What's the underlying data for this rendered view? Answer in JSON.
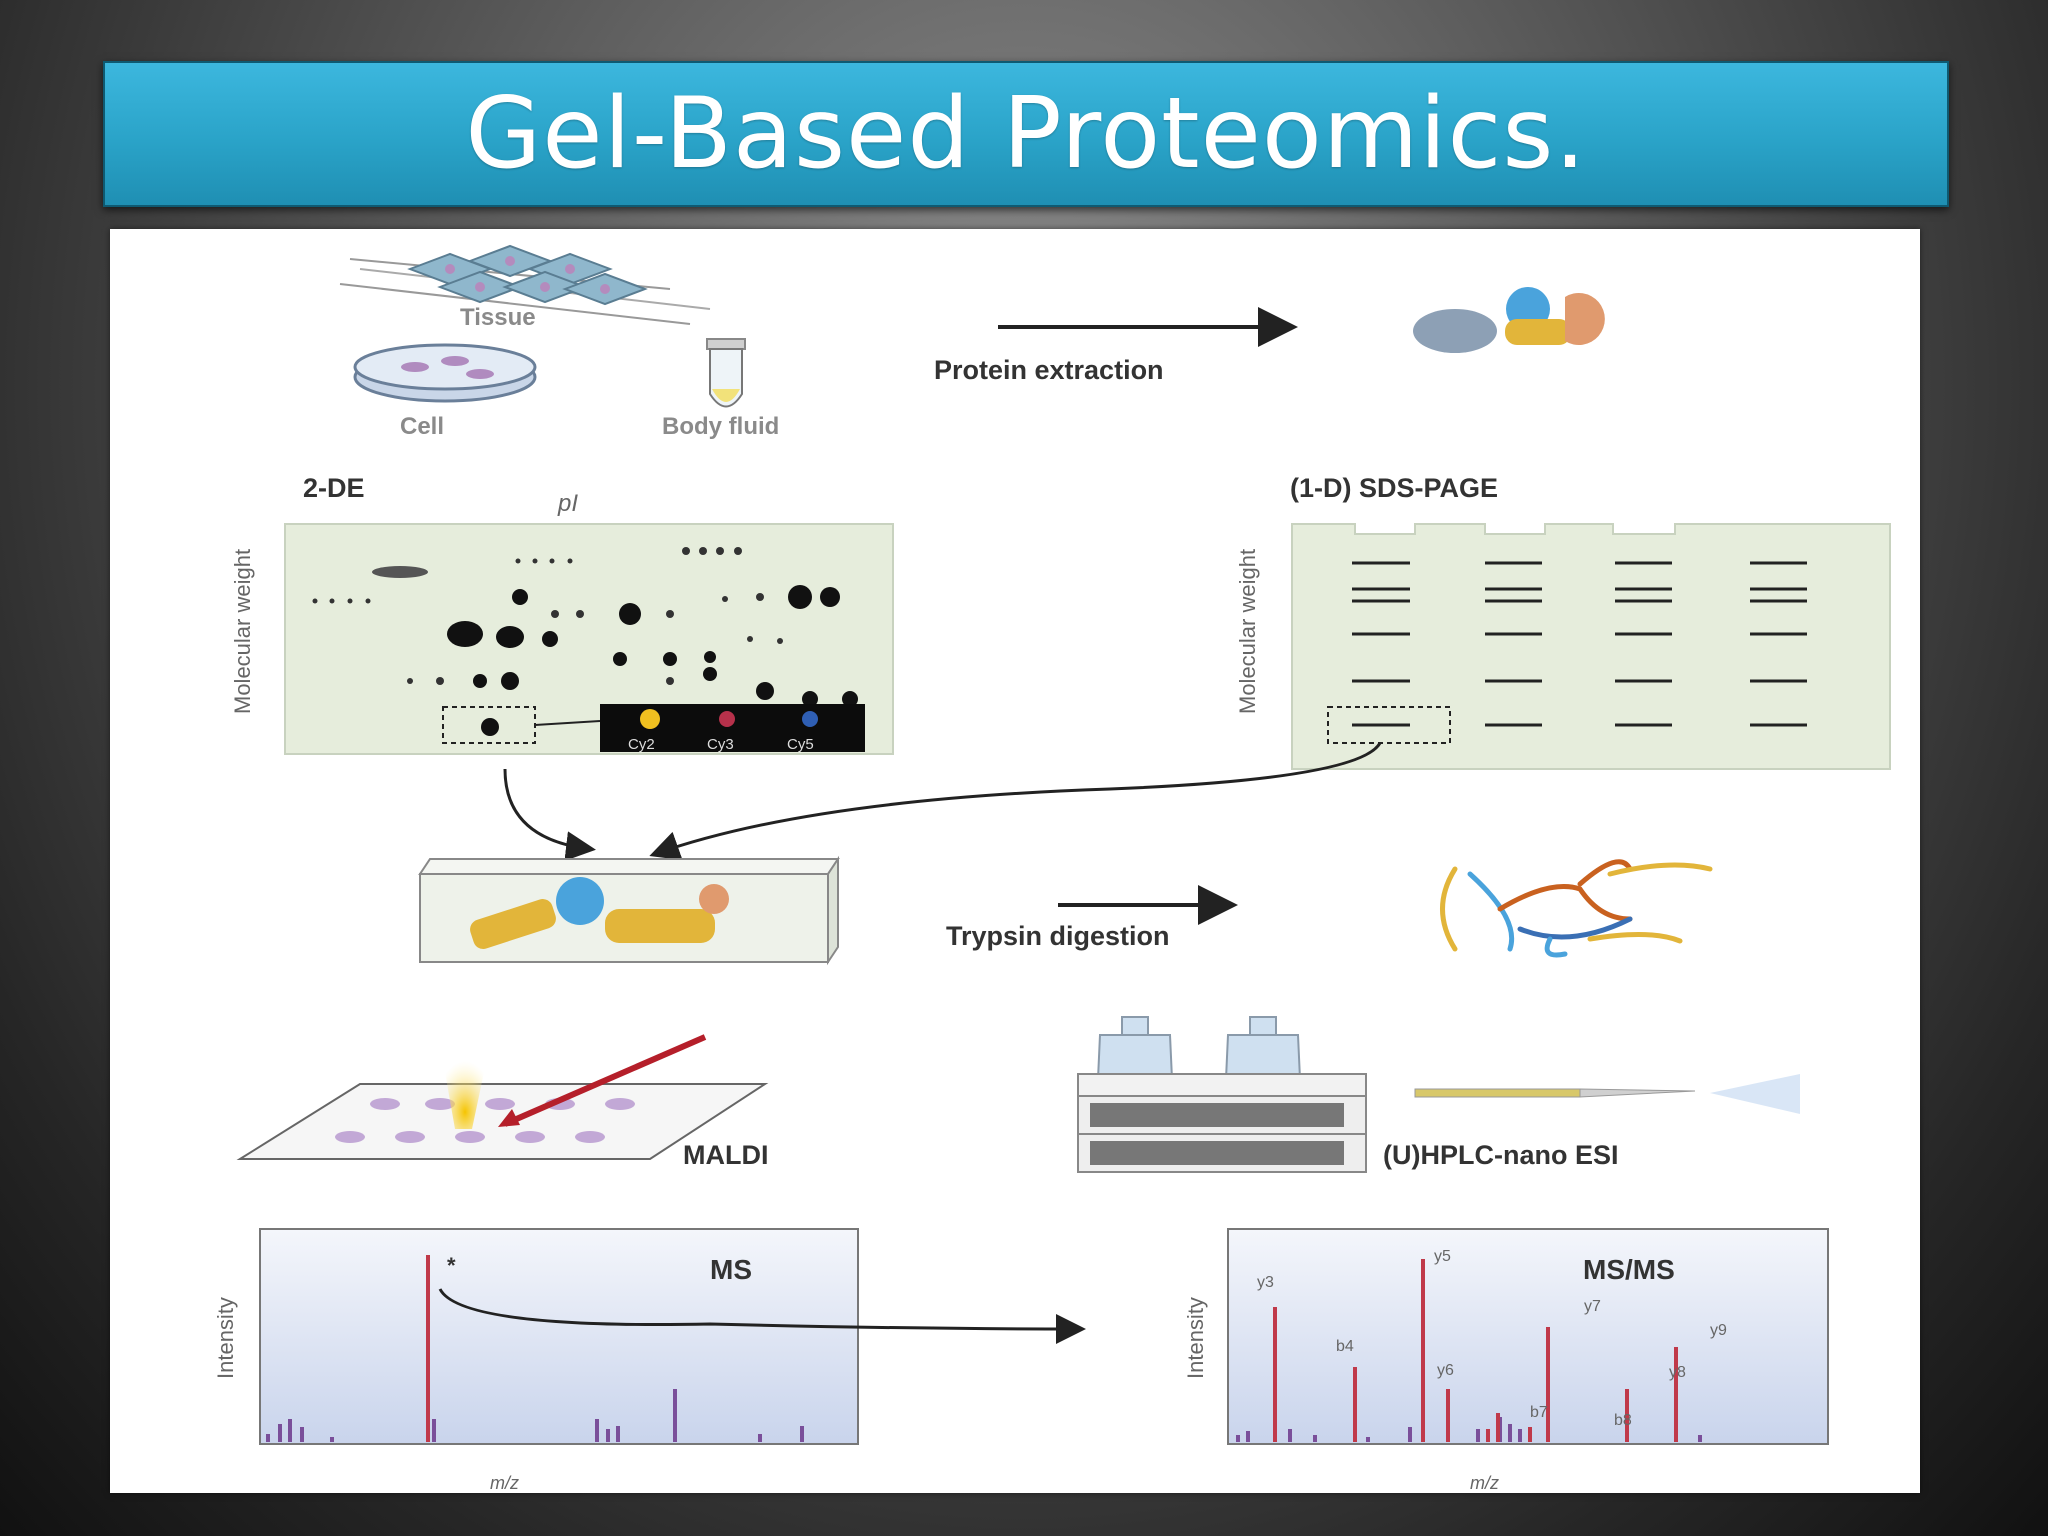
{
  "title": "Gel-Based Proteomics.",
  "diagram": {
    "sources": {
      "tissue": "Tissue",
      "cell": "Cell",
      "body_fluid": "Body fluid"
    },
    "step_extraction": "Protein extraction",
    "gel_2de": {
      "title": "2-DE",
      "x_label": "pI",
      "y_label": "Molecular weight",
      "dyes": [
        "Cy2",
        "Cy3",
        "Cy5"
      ]
    },
    "gel_sds": {
      "title": "(1-D) SDS-PAGE",
      "y_label": "Molecular weight"
    },
    "step_digestion": "Trypsin digestion",
    "maldi": "MALDI",
    "esi": "(U)HPLC-nano ESI",
    "ms": {
      "title": "MS",
      "y_label": "Intensity",
      "x_label": "m/z",
      "marker": "*"
    },
    "msms": {
      "title": "MS/MS",
      "y_label": "Intensity",
      "x_label": "m/z",
      "peak_labels": [
        "y3",
        "y5",
        "b4",
        "y6",
        "b7",
        "y7",
        "b8",
        "y8",
        "y9"
      ]
    },
    "colors": {
      "title_bar": "#2aa3c8",
      "peak": "#c0394a",
      "minor_peak": "#7a4f9a",
      "gel_bg": "#e6eddc"
    }
  }
}
